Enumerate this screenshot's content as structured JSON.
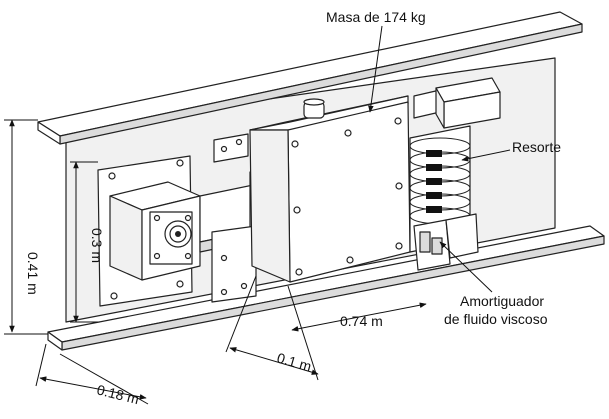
{
  "labels": {
    "mass": "Masa de 174 kg",
    "spring": "Resorte",
    "damper_line1": "Amortiguador",
    "damper_line2": "de fluido viscoso",
    "dim_height_outer": "0.41 m",
    "dim_height_inner": "0.3 m",
    "dim_length": "0.74 m",
    "dim_width": "0.1 m",
    "dim_depth": "0.18 m"
  }
}
